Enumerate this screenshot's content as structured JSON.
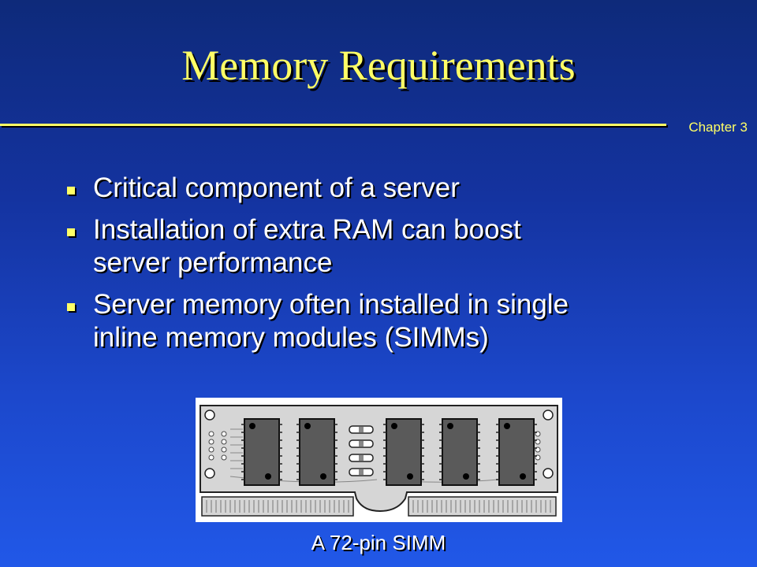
{
  "slide": {
    "title": "Memory Requirements",
    "chapter_label": "Chapter 3",
    "bullets": [
      {
        "lines": [
          "Critical component of a server"
        ]
      },
      {
        "lines": [
          "Installation of extra RAM can boost",
          "server performance"
        ]
      },
      {
        "lines": [
          "Server memory often installed in single",
          "inline memory modules (SIMMs)"
        ]
      }
    ],
    "figure_caption": "A 72-pin SIMM"
  },
  "colors": {
    "background_top": "#0e2a7a",
    "background_bottom": "#2158e8",
    "title": "#ffff66",
    "bullet_marker": "#ffff66",
    "body_text": "#ffffff"
  },
  "icons": [
    "bullet-square-icon",
    "simm-module-illustration"
  ]
}
